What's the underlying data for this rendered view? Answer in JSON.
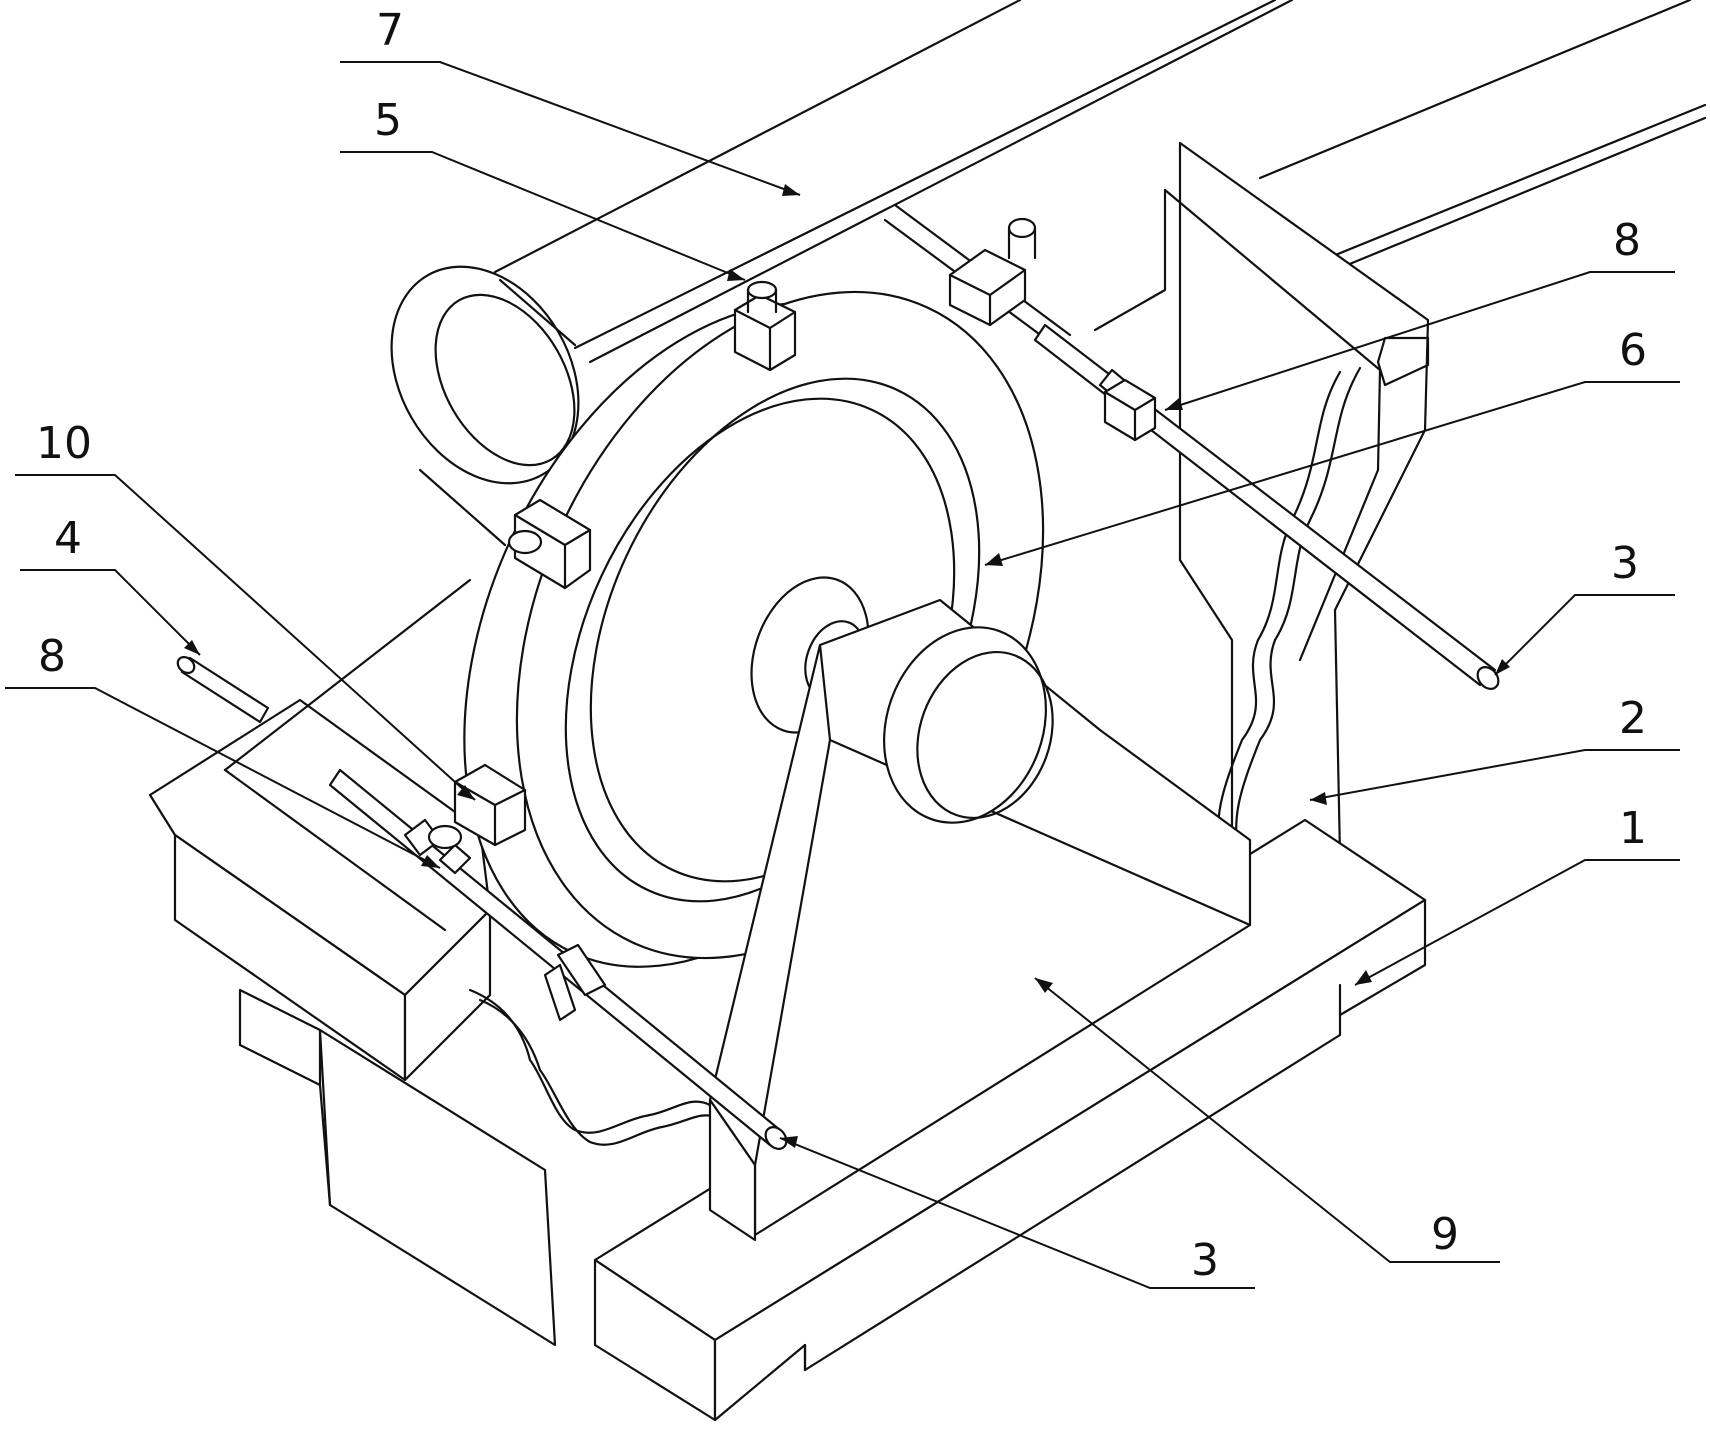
{
  "callouts": {
    "c7": "7",
    "c5": "5",
    "c8_right": "8",
    "c6": "6",
    "c10": "10",
    "c4": "4",
    "c3_right": "3",
    "c8_left": "8",
    "c2": "2",
    "c1": "1",
    "c3_bottom": "3",
    "c9": "9"
  }
}
